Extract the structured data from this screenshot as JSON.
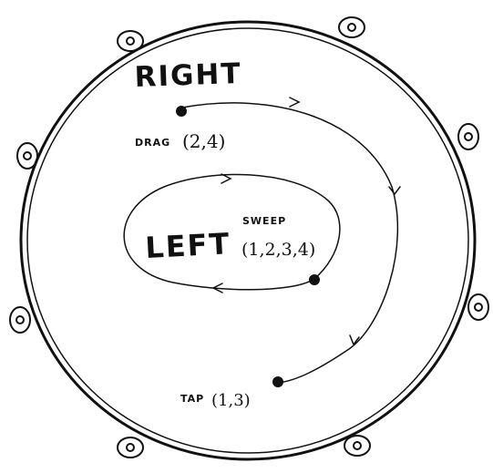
{
  "labels": {
    "right": "RIGHT",
    "left": "LEFT",
    "drag": "DRAG",
    "drag_nums": "(2,4)",
    "sweep": "SWEEP",
    "sweep_nums": "(1,2,3,4)",
    "tap": "TAP",
    "tap_nums": "(1,3)"
  },
  "colors": {
    "ink": "#111111",
    "lug_fill": "#ffffff",
    "background": "#ffffff"
  },
  "icons": {
    "direction": "arrowhead-icon",
    "lug": "tension-lug-icon",
    "stroke_point": "dot-icon"
  }
}
